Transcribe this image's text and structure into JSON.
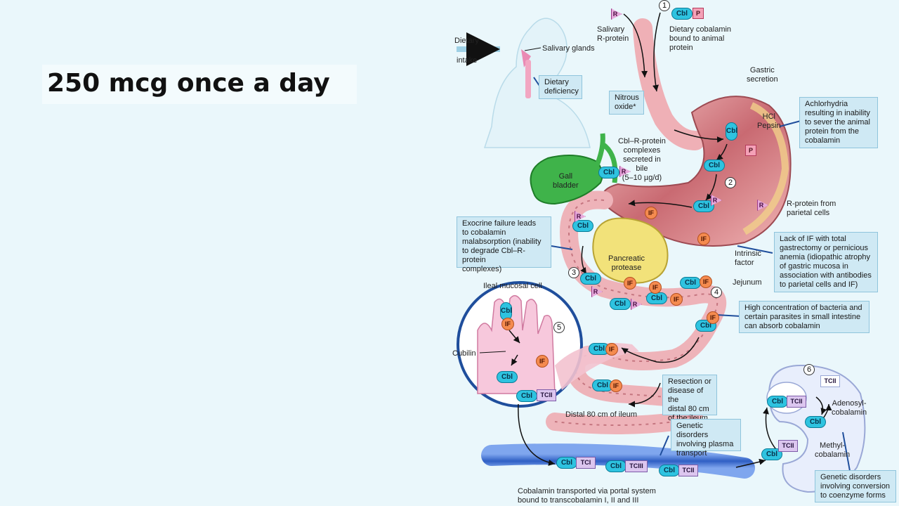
{
  "dose_text": "250 mcg once a day",
  "labels": {
    "dietary": "Dietary",
    "intake": "intake",
    "salivary_glands": "Salivary glands",
    "salivary_rprotein": "Salivary\nR-protein",
    "dietary_cobalamin": "Dietary cobalamin\nbound to animal\nprotein",
    "gastric_secretion": "Gastric\nsecretion",
    "hcl_pepsin": "HCl\nPepsin",
    "cbl_r_complexes": "Cbl–R-protein\ncomplexes\nsecreted in\nbile\n(5–10 µg/d)",
    "gall_bladder": "Gall\nbladder",
    "rprotein_parietal": "R-protein from\nparietal cells",
    "intrinsic_factor": "Intrinsic\nfactor",
    "pancreatic_protease": "Pancreatic\nprotease",
    "jejunum": "Jejunum",
    "ileal_cell": "Ileal mucosal cell",
    "cubilin": "Cubilin",
    "distal_ileum": "Distal 80 cm of ileum",
    "adenosyl": "Adenosyl-\ncobalamin",
    "methyl": "Methyl-\ncobalamin",
    "portal": "Cobalamin transported via portal system\nbound to transcobalamin I, II and III"
  },
  "boxes": {
    "dietary_deficiency": "Dietary\ndeficiency",
    "nitrous_oxide": "Nitrous\noxide*",
    "achlorhydria": "Achlorhydria\nresulting in inability\nto sever the animal\nprotein from the\ncobalamin",
    "exocrine_failure": "Exocrine failure leads\nto cobalamin\nmalabsorption (inability\nto degrade Cbl–R-protein\ncomplexes)",
    "lack_if": "Lack of IF with total\ngastrectomy or pernicious\nanemia (idiopathic atrophy\nof gastric mucosa in\nassociation with antibodies\nto parietal cells and IF)",
    "bacteria": "High concentration of bacteria and\ncertain parasites in small intestine\ncan absorb cobalamin",
    "resection": "Resection or\ndisease of the\ndistal 80 cm\nof the ileum",
    "plasma_transport": "Genetic disorders\ninvolving plasma\ntransport",
    "coenzyme": "Genetic disorders\ninvolving conversion\nto coenzyme forms"
  },
  "tags": {
    "cbl": "Cbl",
    "r": "R",
    "p": "P",
    "if": "IF",
    "tci": "TCI",
    "tcii": "TCII",
    "tciii": "TCIII"
  },
  "steps": [
    "1",
    "2",
    "3",
    "4",
    "5",
    "6"
  ],
  "colors": {
    "background": "#eaf7fb",
    "stomach": "#c96a72",
    "gall_bladder": "#3fb34a",
    "pancreas": "#f2e27a",
    "vessel": "#2f5fc4",
    "cbl": "#2ec3e0",
    "if": "#f58b4f",
    "r_protein": "#e7a9dc",
    "transcobalamin": "#dcc6ef"
  }
}
